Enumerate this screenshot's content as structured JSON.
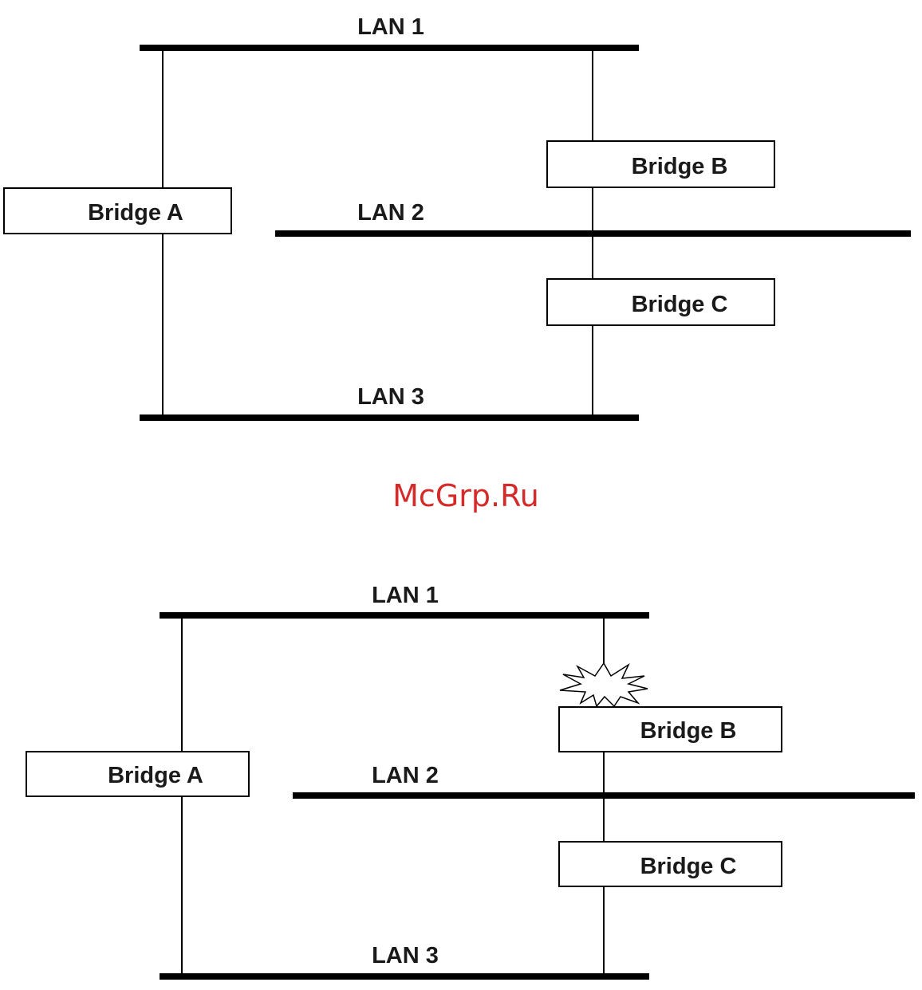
{
  "diagrams": [
    {
      "lans": [
        "LAN 1",
        "LAN 2",
        "LAN 3"
      ],
      "bridges": [
        "Bridge A",
        "Bridge B",
        "Bridge C"
      ],
      "link_failure": false
    },
    {
      "lans": [
        "LAN 1",
        "LAN 2",
        "LAN 3"
      ],
      "bridges": [
        "Bridge A",
        "Bridge B",
        "Bridge C"
      ],
      "link_failure": true
    }
  ],
  "watermark": "McGrp.Ru",
  "colors": {
    "line": "#000000",
    "watermark": "#d42a2a"
  }
}
